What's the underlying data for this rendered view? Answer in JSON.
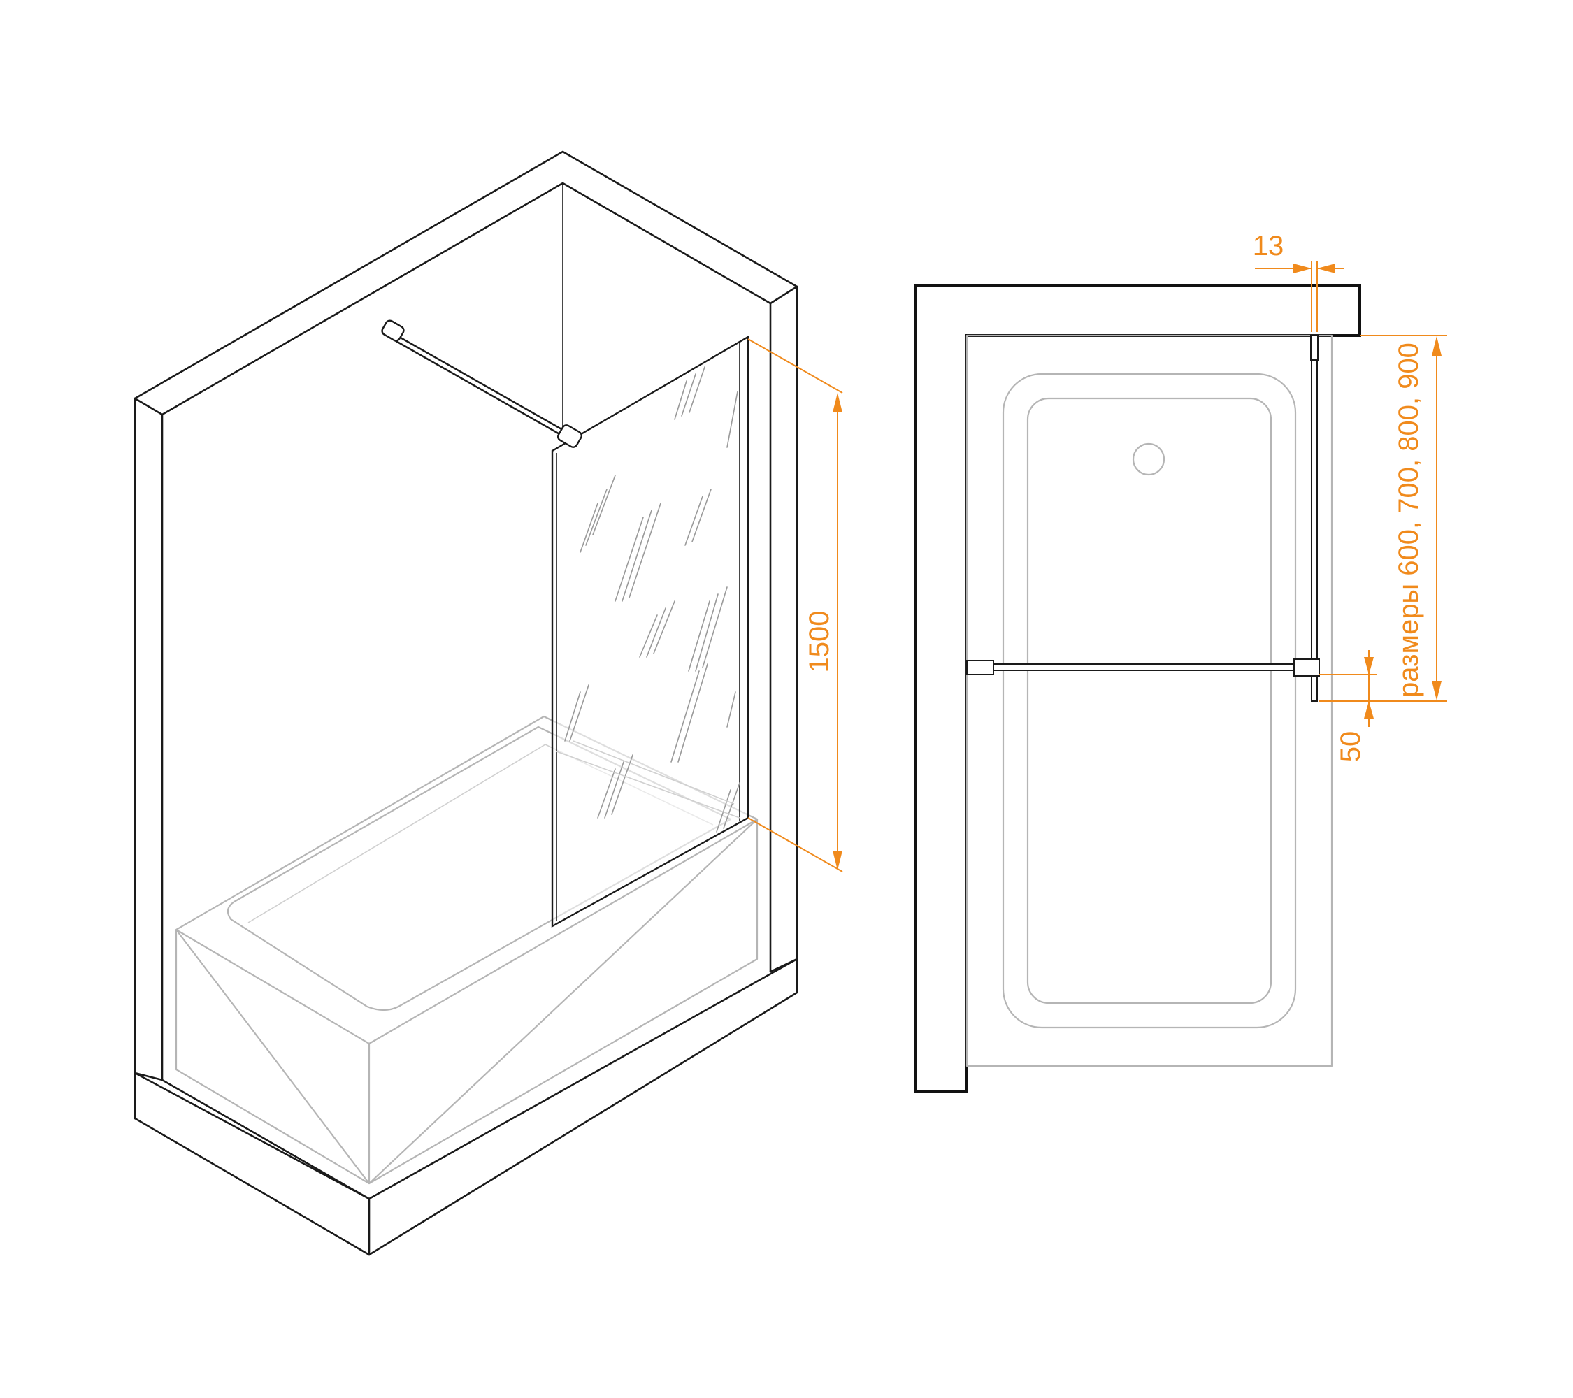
{
  "dimensions": {
    "height_label": "1500",
    "glass_thickness_label": "13",
    "bar_offset_label": "50",
    "width_label": "размеры 600, 700, 800, 900"
  },
  "colors": {
    "line": "#1a1a1a",
    "tub": "#b5b5b5",
    "dimension": "#f08a1c"
  }
}
